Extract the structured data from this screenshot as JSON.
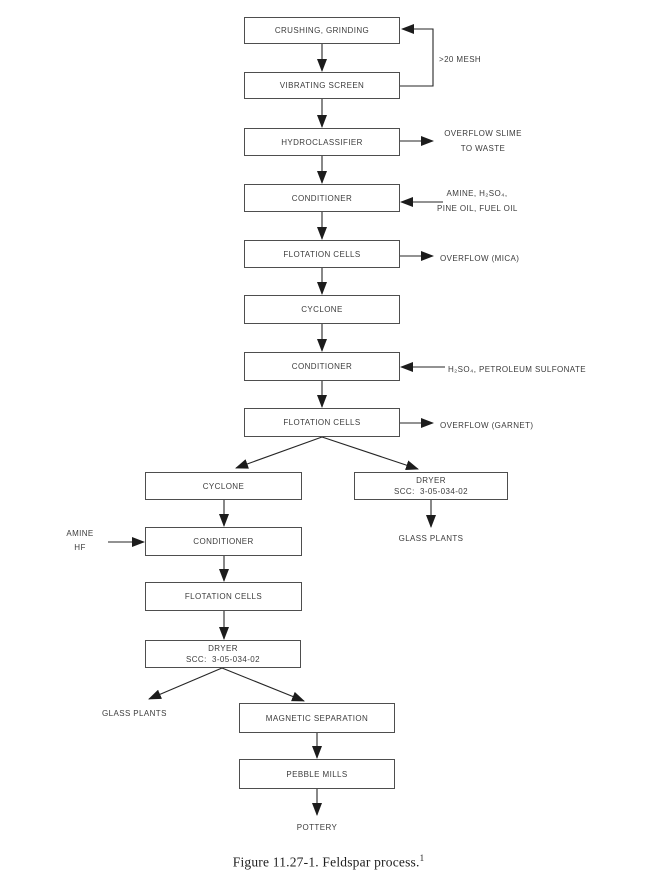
{
  "figure": {
    "caption": "Figure 11.27-1.  Feldspar process.",
    "caption_superscript": "1"
  },
  "nodes": {
    "crushing_grinding": {
      "label": "CRUSHING, GRINDING"
    },
    "vibrating_screen": {
      "label": "VIBRATING SCREEN"
    },
    "hydroclassifier": {
      "label": "HYDROCLASSIFIER"
    },
    "conditioner_1": {
      "label": "CONDITIONER"
    },
    "flotation_cells_1": {
      "label": "FLOTATION CELLS"
    },
    "cyclone_1": {
      "label": "CYCLONE"
    },
    "conditioner_2": {
      "label": "CONDITIONER"
    },
    "flotation_cells_2": {
      "label": "FLOTATION CELLS"
    },
    "cyclone_2": {
      "label": "CYCLONE"
    },
    "dryer_1": {
      "label": "DRYER",
      "scc": "SCC:  3-05-034-02"
    },
    "conditioner_3": {
      "label": "CONDITIONER"
    },
    "flotation_cells_3": {
      "label": "FLOTATION CELLS"
    },
    "dryer_2": {
      "label": "DRYER",
      "scc": "SCC:  3-05-034-02"
    },
    "magnetic_separation": {
      "label": "MAGNETIC SEPARATION"
    },
    "pebble_mills": {
      "label": "PEBBLE MILLS"
    }
  },
  "annotations": {
    "mesh_recycle": ">20 MESH",
    "overflow_slime_line1": "OVERFLOW SLIME",
    "overflow_slime_line2": "TO WASTE",
    "conditioner1_reagents_line1": "AMINE, H₂SO₄,",
    "conditioner1_reagents_line2": "PINE OIL, FUEL OIL",
    "overflow_mica": "OVERFLOW (MICA)",
    "conditioner2_reagents": "H₂SO₄, PETROLEUM SULFONATE",
    "overflow_garnet": "OVERFLOW (GARNET)",
    "glass_plants_right": "GLASS PLANTS",
    "amine_hf_line1": "AMINE",
    "amine_hf_line2": "HF",
    "glass_plants_left": "GLASS PLANTS",
    "pottery": "POTTERY"
  }
}
